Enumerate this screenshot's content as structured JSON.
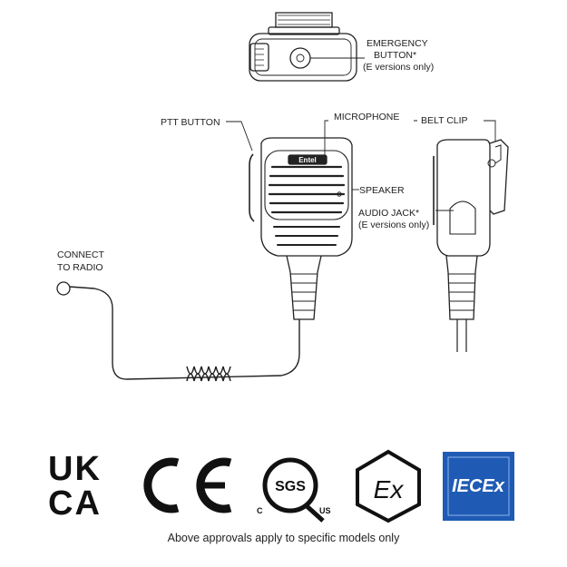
{
  "diagram": {
    "labels": {
      "emergency_button": "EMERGENCY",
      "emergency_button_2": "BUTTON*",
      "emergency_button_note": "(E versions only)",
      "ptt_button": "PTT BUTTON",
      "microphone": "MICROPHONE",
      "belt_clip": "BELT CLIP",
      "speaker": "SPEAKER",
      "audio_jack": "AUDIO JACK*",
      "audio_jack_note": "(E versions only)",
      "connect": "CONNECT",
      "to_radio": "TO RADIO",
      "brand": "Entel"
    }
  },
  "certifications": {
    "ukca_line1": "UK",
    "ukca_line2": "CA",
    "ce": "CE",
    "sgs": "SGS",
    "sgs_c": "C",
    "sgs_us": "US",
    "ex": "Ex",
    "iecex": "IECEx",
    "colors": {
      "iecex_blue": "#1f5bb5",
      "ink": "#111111"
    }
  },
  "footnote": "Above approvals apply to specific models only"
}
